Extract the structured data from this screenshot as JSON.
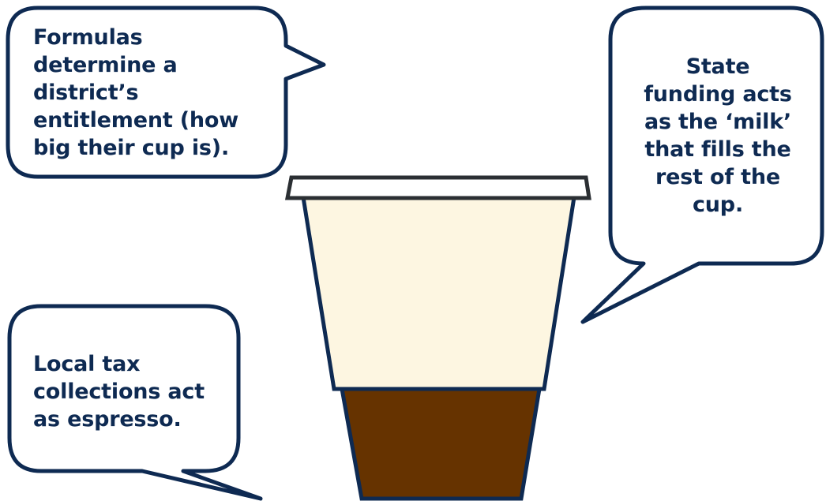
{
  "bubbles": {
    "formulas": "Formulas\ndetermine a\ndistrict’s\nentitlement (how\nbig their cup is).",
    "state": "State\nfunding acts\nas the ‘milk’\nthat fills the\nrest of the\ncup.",
    "local": "Local tax\ncollections act\nas espresso."
  },
  "colors": {
    "outline": "#0e2a52",
    "text": "#0e2a52",
    "bubble_fill": "#ffffff",
    "lid_fill": "#ffffff",
    "lid_outline": "#2b2f33",
    "milk": "#fdf6e1",
    "espresso": "#663300"
  }
}
